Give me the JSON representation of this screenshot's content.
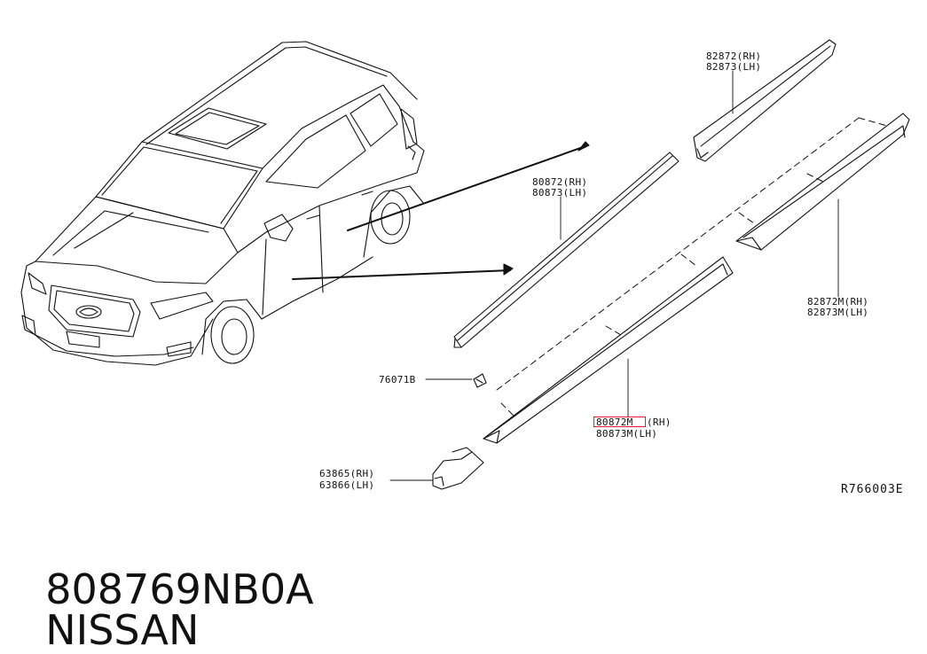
{
  "parts": {
    "molding_upper_rear": {
      "rh": "82872(RH)",
      "lh": "82873(LH)"
    },
    "molding_upper_front": {
      "rh": "80872(RH)",
      "lh": "80873(LH)"
    },
    "molding_lower_rear": {
      "rh": "82872M(RH)",
      "lh": "82873M(LH)"
    },
    "molding_lower_front": {
      "rh": "80872M",
      "rh_suffix": "(RH)",
      "lh": "80873M(LH)"
    },
    "clip": {
      "label": "76071B"
    },
    "bracket": {
      "rh": "63865(RH)",
      "lh": "63866(LH)"
    }
  },
  "reference_code": "R766003E",
  "caption": {
    "part_number": "808769NB0A",
    "brand": "NISSAN"
  },
  "colors": {
    "line": "#111111",
    "highlight": "#e0202a"
  }
}
